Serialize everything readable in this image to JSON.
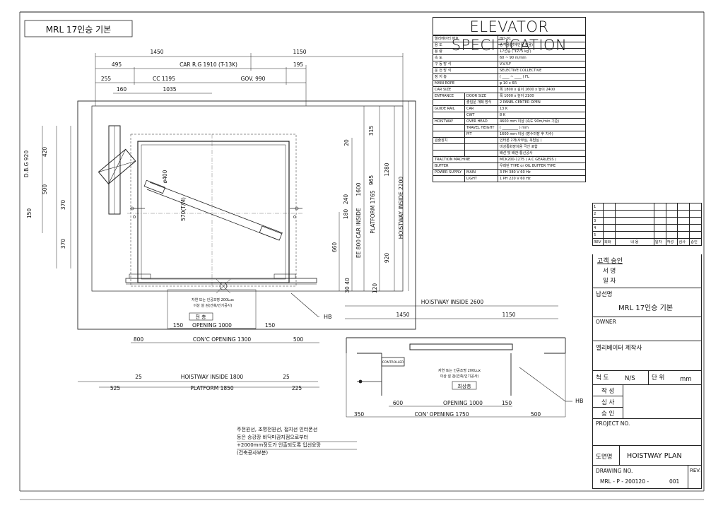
{
  "drawing_title_box": "MRL 17인승 기본",
  "spec": {
    "title": "ELEVATOR  SPECIFICATION",
    "rows": [
      {
        "k": "엘리베이터 번호",
        "v": "HO-01"
      },
      {
        "k": "용          도",
        "v": "승객용(장애인용 겸용)"
      },
      {
        "k": "용          량",
        "v": "17인승  ( 1275 kg )"
      },
      {
        "k": "속          도",
        "v": "60 ~ 90  m/min"
      },
      {
        "k": "구 동   방 식",
        "v": "V.V.V.F"
      },
      {
        "k": "운 전   방 식",
        "v": "SELECTIVE COLLECTIVE"
      },
      {
        "k": "정    지    층",
        "v": "( ____ ~ ____ ) FL"
      },
      {
        "k": "MAIN ROPE",
        "v": "φ 10 x 6R"
      },
      {
        "k": "CAR SIZE",
        "v": "폭 1800 x 깊이 1600 x 높이 2400"
      },
      {
        "k": "ENTRANCE",
        "k2": "DOOR SIZE",
        "v": "폭 1000 x 높이 2100"
      },
      {
        "k": "",
        "k2": "출입문 개폐 방식",
        "v": "2 PANEL  CENTER  OPEN"
      },
      {
        "k": "GUIDE RAIL",
        "k2": "CAR",
        "v": "13 K"
      },
      {
        "k": "",
        "k2": "CWT",
        "v": "8 K"
      },
      {
        "k": "HOISTWAY",
        "k2": "OVER HEAD",
        "v": "4600 mm 이상 (속도 90m/min 기준)"
      },
      {
        "k": "",
        "k2": "TRAVEL HEIGHT",
        "v": "( _________ ) mm"
      },
      {
        "k": "",
        "k2": "PIT",
        "v": "1600 mm 이상 (방수미장 후 치수)"
      },
      {
        "k": "검출장치",
        "k2": "",
        "v": "인터폰 2개(사무실, 옥탑실 )"
      },
      {
        "k": "",
        "k2": "",
        "v": "비상통화장치용 극선 포함"
      },
      {
        "k": "",
        "k2": "",
        "v": "배선 및 배관-통신공사"
      },
      {
        "k": "TRACTION MACHINE",
        "v": "MCK200-1275 ( A.C  GEARLESS )"
      },
      {
        "k": "BUFFER",
        "v": "우레탄 TYPE or OIL BUFFER TYPE"
      },
      {
        "k": "POWER SUPPLY",
        "k2": "MAIN",
        "v": "3 PH   380 V   60 Hz"
      },
      {
        "k": "",
        "k2": "LIGHT",
        "v": "1 PH   220 V   60 Hz"
      }
    ]
  },
  "revision": {
    "marks": [
      "1",
      "2",
      "3",
      "4",
      "5"
    ],
    "headers": [
      "REV",
      "회화",
      "내      용",
      "일자",
      "작성",
      "심사",
      "승인"
    ]
  },
  "title_block": {
    "customer_approval": "고객 승인",
    "signature": "서 명",
    "date": "일 자",
    "site_name_label": "납선명",
    "site_name": "MRL 17인승 기본",
    "owner": "OWNER",
    "manufacturer": "엘리베이터 제작사",
    "scale_label": "척 도",
    "scale_value": "N/S",
    "unit_label": "단 위",
    "unit_value": "mm",
    "drawn": "작 성",
    "checked": "심 사",
    "approved": "승 인",
    "project_no": "PROJECT NO.",
    "drawing_name_label": "도면명",
    "drawing_name": "HOISTWAY PLAN",
    "drawing_no_label": "DRAWING NO.",
    "drawing_no": "MRL - P - 200120 -",
    "rev_label": "REV.",
    "rev_value": "001"
  },
  "plan": {
    "top_dims": [
      "1450",
      "1150",
      "495",
      "CAR R.G 1910 (T-13K)",
      "195",
      "255",
      "CC 1195",
      "GOV. 990",
      "160",
      "1035"
    ],
    "left_dims": [
      "D.B.G 920",
      "420",
      "500",
      "150",
      "370",
      "370"
    ],
    "inner_labels": [
      "ø400",
      "570(T/M)"
    ],
    "right_dims": [
      "315",
      "20",
      "1280",
      "965",
      "1600",
      "240",
      "180",
      "CAR INSIDE",
      "PLATFORM 1765",
      "HOISTWAY INSIDE 2200",
      "660",
      "EE 800",
      "920",
      "40",
      "30",
      "120"
    ],
    "lighting_note": [
      "자연 또는 인공조명 200Lux",
      "이상 설 검(건축/인기공사)"
    ],
    "floor_label": "전 층",
    "bottom_dims": [
      "150",
      "OPENING 1000",
      "150",
      "800",
      "CON'C OPENING 1300",
      "500",
      "25",
      "HOISTWAY INSIDE 1800",
      "25",
      "525",
      "PLATFORM 1850",
      "225"
    ],
    "hb": "HB"
  },
  "section": {
    "title": "HOISTWAY INSIDE 2600",
    "dims_top": [
      "1450",
      "1150"
    ],
    "controller": "CONTROLLER",
    "lighting_note": [
      "자연 또는 인공조명 200Lux",
      "이상 설 검(건축/인기공사)"
    ],
    "floor_label": "최상층",
    "dims_bottom": [
      "600",
      "OPENING 1000",
      "150",
      "350",
      "CON' OPENING 1750",
      "500"
    ],
    "hb": "HB"
  },
  "note": [
    "주전원선, 조명전원선, 접지선 인터폰선",
    "등은 승강장 바닥마감지점으로부터",
    "+2000mm정도가 인출되도록 입선요망",
    "(건축공사부분)"
  ]
}
